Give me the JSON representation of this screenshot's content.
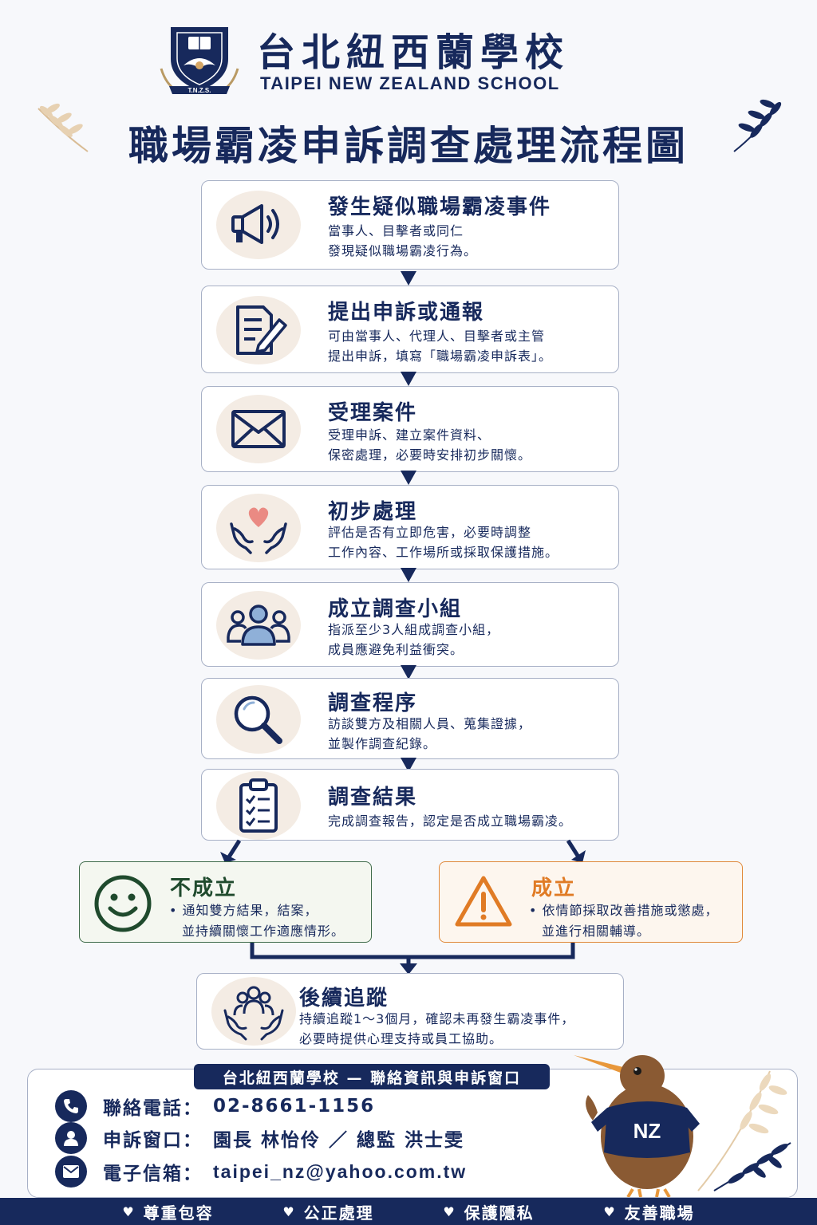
{
  "header": {
    "school_name_zh": "台北紐西蘭學校",
    "school_name_en": "TAIPEI NEW ZEALAND SCHOOL",
    "crest_text": "T.N.Z.S.",
    "title": "職場霸凌申訴調查處理流程圖"
  },
  "steps": [
    {
      "icon": "megaphone-icon",
      "title": "發生疑似職場霸凌事件",
      "lines": [
        "當事人、目擊者或同仁",
        "發現疑似職場霸凌行為。"
      ]
    },
    {
      "icon": "document-pen-icon",
      "title": "提出申訴或通報",
      "lines": [
        "可由當事人、代理人、目擊者或主管",
        "提出申訴，填寫「職場霸凌申訴表」。"
      ]
    },
    {
      "icon": "envelope-icon",
      "title": "受理案件",
      "lines": [
        "受理申訴、建立案件資料、",
        "保密處理，必要時安排初步關懷。"
      ]
    },
    {
      "icon": "heart-hands-icon",
      "title": "初步處理",
      "lines": [
        "評估是否有立即危害，必要時調整",
        "工作內容、工作場所或採取保護措施。"
      ]
    },
    {
      "icon": "group-icon",
      "title": "成立調查小組",
      "lines": [
        "指派至少3人組成調查小組，",
        "成員應避免利益衝突。"
      ]
    },
    {
      "icon": "magnifier-icon",
      "title": "調查程序",
      "lines": [
        "訪談雙方及相關人員、蒐集證據，",
        "並製作調查紀錄。"
      ]
    },
    {
      "icon": "clipboard-icon",
      "title": "調查結果",
      "lines": [
        "完成調查報告，認定是否成立職場霸凌。"
      ]
    }
  ],
  "outcomes": {
    "not_established": {
      "icon": "smiley-icon",
      "title": "不成立",
      "lines": [
        "• 通知雙方結果，結案，",
        "並持續關懷工作適應情形。"
      ],
      "color": "#3f6b4a"
    },
    "established": {
      "icon": "warning-icon",
      "title": "成立",
      "lines": [
        "• 依情節採取改善措施或懲處，",
        "並進行相關輔導。"
      ],
      "color": "#e0893a"
    }
  },
  "followup": {
    "icon": "care-group-icon",
    "title": "後續追蹤",
    "lines": [
      "持續追蹤1～3個月，確認未再發生霸凌事件，",
      "必要時提供心理支持或員工協助。"
    ]
  },
  "contact": {
    "banner": "台北紐西蘭學校 — 聯絡資訊與申訴窗口",
    "rows": [
      {
        "icon": "phone-icon",
        "label": "聯絡電話：",
        "value": "02-8661-1156"
      },
      {
        "icon": "person-icon",
        "label": "申訴窗口：",
        "value": "園長 林怡伶 ／ 總監 洪士雯"
      },
      {
        "icon": "mail-icon",
        "label": "電子信箱：",
        "value": "taipei_nz@yahoo.com.tw"
      }
    ],
    "mascot_shirt": "NZ"
  },
  "footer": [
    "尊重包容",
    "公正處理",
    "保護隱私",
    "友善職場"
  ],
  "colors": {
    "navy": "#17295c",
    "green": "#3f6b4a",
    "orange": "#e0893a",
    "beige": "#f4ece4"
  }
}
